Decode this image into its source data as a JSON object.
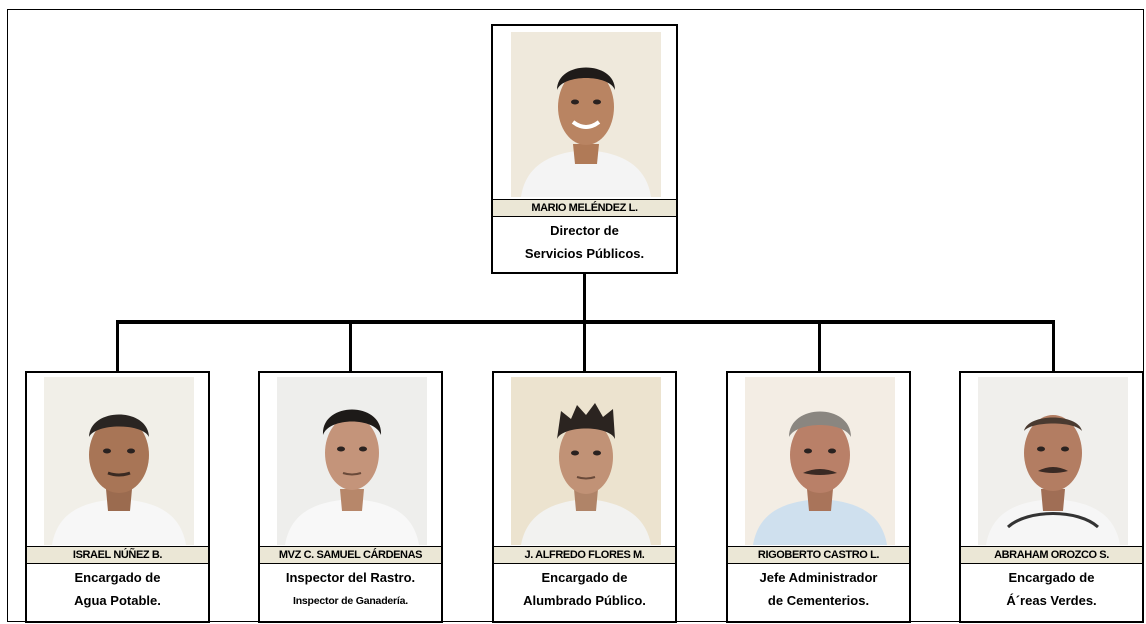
{
  "chart": {
    "director": {
      "name": "MARIO MELÉNDEZ L.",
      "title_line1": "Director de",
      "title_line2": "Servicios Públicos.",
      "photo": "portrait-smiling-man-white-shirt"
    },
    "staff": [
      {
        "name": "ISRAEL NÚÑEZ B.",
        "title_line1": "Encargado de",
        "title_line2": "Agua Potable.",
        "photo": "portrait-man-white-shirt"
      },
      {
        "name": "MVZ C. SAMUEL CÁRDENAS",
        "title_line1": "Inspector del Rastro.",
        "title_line2": "Inspector de Ganadería.",
        "photo": "portrait-young-man-white-shirt"
      },
      {
        "name": "J. ALFREDO FLORES M.",
        "title_line1": "Encargado de",
        "title_line2": "Alumbrado Público.",
        "photo": "portrait-young-man-spiky-hair"
      },
      {
        "name": "RIGOBERTO CASTRO L.",
        "title_line1": "Jefe Administrador",
        "title_line2": "de Cementerios.",
        "photo": "portrait-man-mustache-light-blue-shirt"
      },
      {
        "name": "ABRAHAM OROZCO S.",
        "title_line1": "Encargado de",
        "title_line2": "Á´reas Verdes.",
        "photo": "portrait-man-mustache-striped-shirt"
      }
    ]
  },
  "colors": {
    "name_strip": "#ebe7d6",
    "lines": "#000000"
  }
}
